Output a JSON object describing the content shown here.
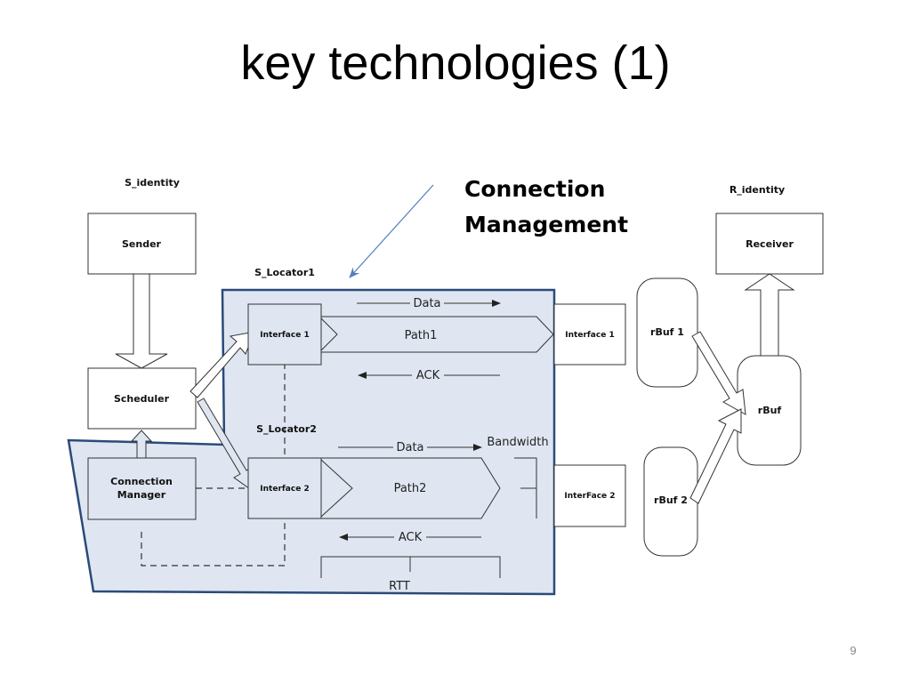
{
  "slide": {
    "title": "key technologies (1)",
    "page_number": "9"
  },
  "callout": {
    "line1": "Connection",
    "line2": "Management"
  },
  "diagram": {
    "s_identity": "S_identity",
    "r_identity": "R_identity",
    "s_locator1": "S_Locator1",
    "s_locator2": "S_Locator2",
    "sender": "Sender",
    "scheduler": "Scheduler",
    "connection_manager_line1": "Connection",
    "connection_manager_line2": "Manager",
    "interface1_left": "Interface 1",
    "interface2_left": "Interface 2",
    "interface1_right": "Interface 1",
    "interface2_right": "InterFace 2",
    "path1": "Path1",
    "path2": "Path2",
    "data1": "Data",
    "data2": "Data",
    "ack1": "ACK",
    "ack2": "ACK",
    "bandwidth": "Bandwidth",
    "rtt": "RTT",
    "receiver": "Receiver",
    "rbuf1": "rBuf 1",
    "rbuf2": "rBuf 2",
    "rbuf": "rBuf"
  },
  "colors": {
    "highlight_fill": "#dfe6f1",
    "highlight_border": "#2a4a7a",
    "callout_arrow": "#4f7fc0"
  }
}
